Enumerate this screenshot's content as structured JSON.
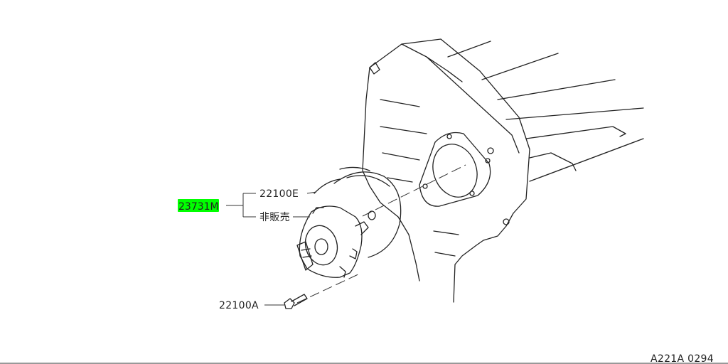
{
  "callouts": {
    "main_part": {
      "code": "23731M",
      "highlight_color": "#00ff00"
    },
    "upper_branch": "22100E",
    "lower_branch": "非販売",
    "bolt": "22100A"
  },
  "figure_id": "A221A 0294",
  "colors": {
    "line": "#222222",
    "background": "#ffffff"
  }
}
